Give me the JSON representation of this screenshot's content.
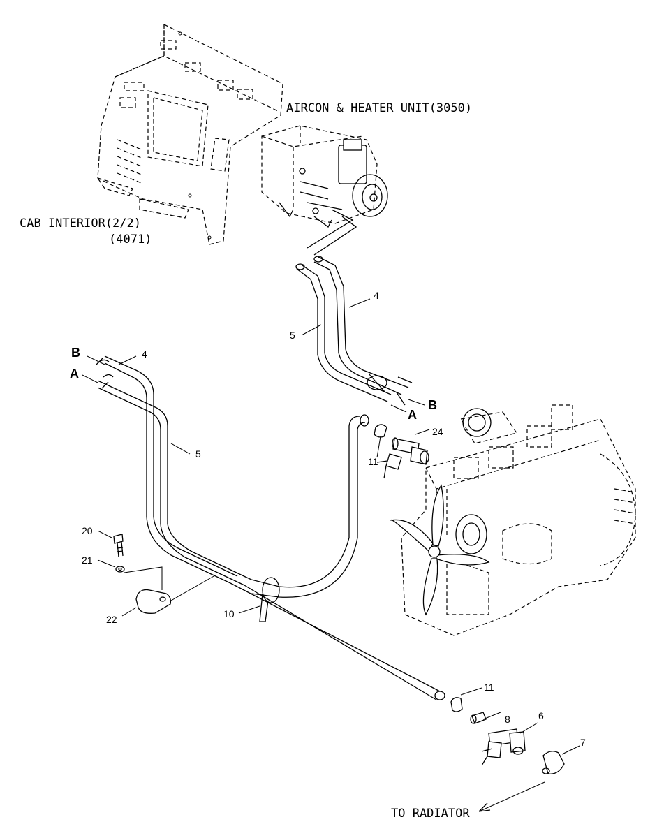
{
  "labels": {
    "aircon_unit": "AIRCON & HEATER UNIT(3050)",
    "cab_interior_line1": "CAB INTERIOR(2/2)",
    "cab_interior_line2": "(4071)",
    "to_radiator": "TO RADIATOR"
  },
  "connectors": {
    "a_left": "A",
    "b_left": "B",
    "a_right": "A",
    "b_right": "B"
  },
  "callouts": {
    "p4_upper": "4",
    "p5_upper": "5",
    "p4_left": "4",
    "p5_left": "5",
    "p24": "24",
    "p11_upper": "11",
    "p20": "20",
    "p21": "21",
    "p22": "22",
    "p10": "10",
    "p11_lower": "11",
    "p8": "8",
    "p6": "6",
    "p7": "7"
  }
}
